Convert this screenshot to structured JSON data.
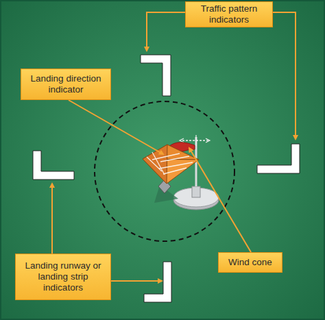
{
  "diagram": {
    "nodes": [
      {
        "text": [
          "Traffic pattern indicators"
        ]
      },
      {
        "text": [
          "Landing direction indicator"
        ]
      },
      {
        "text": [
          "Landing runway or landing strip indicators"
        ]
      },
      {
        "text": [
          "Wind cone"
        ]
      }
    ]
  }
}
